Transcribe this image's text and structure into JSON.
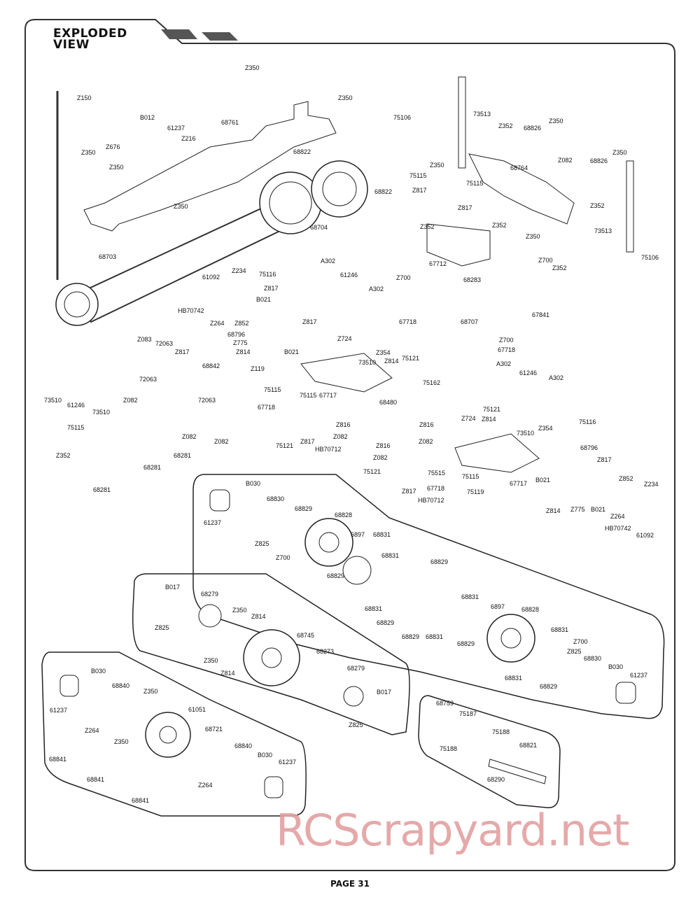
{
  "header": {
    "title_line1": "EXPLODED",
    "title_line2": "VIEW"
  },
  "footer": {
    "page_label": "PAGE 31"
  },
  "watermark": {
    "text": "RCScrapyard.net"
  },
  "colors": {
    "frame": "#333333",
    "header_stripe": "#555555",
    "watermark": "#e3a0a0"
  },
  "part_labels": [
    [
      "Z350",
      350,
      100
    ],
    [
      "Z350",
      483,
      143
    ],
    [
      "Z150",
      110,
      143
    ],
    [
      "68761",
      316,
      178
    ],
    [
      "B012",
      200,
      171
    ],
    [
      "61237",
      239,
      186
    ],
    [
      "Z216",
      259,
      201
    ],
    [
      "Z676",
      151,
      213
    ],
    [
      "Z350",
      116,
      221
    ],
    [
      "Z350",
      156,
      242
    ],
    [
      "Z350",
      248,
      298
    ],
    [
      "68822",
      419,
      220
    ],
    [
      "68822",
      535,
      277
    ],
    [
      "68704",
      443,
      328
    ],
    [
      "68703",
      141,
      370
    ],
    [
      "75106",
      562,
      171
    ],
    [
      "73513",
      676,
      166
    ],
    [
      "Z352",
      712,
      183
    ],
    [
      "68826",
      748,
      186
    ],
    [
      "Z350",
      784,
      176
    ],
    [
      "Z082",
      797,
      232
    ],
    [
      "Z350",
      875,
      221
    ],
    [
      "68826",
      843,
      233
    ],
    [
      "68764",
      729,
      243
    ],
    [
      "Z350",
      614,
      239
    ],
    [
      "75115",
      585,
      254
    ],
    [
      "75115",
      666,
      265
    ],
    [
      "Z817",
      589,
      275
    ],
    [
      "Z817",
      654,
      300
    ],
    [
      "Z352",
      600,
      327
    ],
    [
      "Z352",
      703,
      325
    ],
    [
      "Z352",
      843,
      297
    ],
    [
      "Z350",
      751,
      341
    ],
    [
      "67712",
      613,
      380
    ],
    [
      "73513",
      849,
      333
    ],
    [
      "75106",
      916,
      371
    ],
    [
      "A302",
      458,
      376
    ],
    [
      "61246",
      486,
      396
    ],
    [
      "A302",
      527,
      416
    ],
    [
      "75116",
      370,
      395
    ],
    [
      "Z234",
      331,
      390
    ],
    [
      "61092",
      289,
      399
    ],
    [
      "Z817",
      377,
      415
    ],
    [
      "B021",
      366,
      431
    ],
    [
      "HB70742",
      254,
      447
    ],
    [
      "Z852",
      335,
      465
    ],
    [
      "Z264",
      300,
      465
    ],
    [
      "68796",
      325,
      481
    ],
    [
      "Z775",
      333,
      493
    ],
    [
      "Z814",
      337,
      506
    ],
    [
      "Z817",
      432,
      463
    ],
    [
      "B021",
      406,
      506
    ],
    [
      "Z700",
      566,
      400
    ],
    [
      "68283",
      662,
      403
    ],
    [
      "67718",
      570,
      463
    ],
    [
      "68707",
      658,
      463
    ],
    [
      "Z700",
      769,
      375
    ],
    [
      "Z352",
      789,
      386
    ],
    [
      "67841",
      760,
      453
    ],
    [
      "Z083",
      196,
      488
    ],
    [
      "72063",
      222,
      494
    ],
    [
      "Z817",
      250,
      506
    ],
    [
      "68842",
      289,
      526
    ],
    [
      "Z724",
      482,
      487
    ],
    [
      "Z354",
      537,
      507
    ],
    [
      "73510",
      512,
      521
    ],
    [
      "Z814",
      549,
      519
    ],
    [
      "75121",
      574,
      515
    ],
    [
      "Z700",
      713,
      489
    ],
    [
      "67718",
      711,
      503
    ],
    [
      "A302",
      709,
      523
    ],
    [
      "61246",
      742,
      536
    ],
    [
      "A302",
      784,
      543
    ],
    [
      "Z119",
      358,
      530
    ],
    [
      "75115",
      377,
      560
    ],
    [
      "75115",
      428,
      568
    ],
    [
      "67717",
      456,
      568
    ],
    [
      "67718",
      368,
      585
    ],
    [
      "73510",
      63,
      575
    ],
    [
      "61246",
      96,
      582
    ],
    [
      "73510",
      132,
      592
    ],
    [
      "72063",
      199,
      545
    ],
    [
      "Z082",
      176,
      575
    ],
    [
      "72063",
      283,
      575
    ],
    [
      "68480",
      542,
      578
    ],
    [
      "75162",
      604,
      550
    ],
    [
      "Z816",
      480,
      610
    ],
    [
      "Z816",
      599,
      610
    ],
    [
      "Z082",
      476,
      627
    ],
    [
      "Z082",
      598,
      634
    ],
    [
      "Z816",
      537,
      640
    ],
    [
      "Z082",
      533,
      657
    ],
    [
      "75121",
      394,
      640
    ],
    [
      "Z817",
      429,
      634
    ],
    [
      "HB70712",
      450,
      645
    ],
    [
      "Z724",
      659,
      601
    ],
    [
      "75121",
      690,
      588
    ],
    [
      "Z814",
      688,
      602
    ],
    [
      "73510",
      738,
      622
    ],
    [
      "Z354",
      769,
      615
    ],
    [
      "75116",
      827,
      606
    ],
    [
      "68796",
      829,
      643
    ],
    [
      "Z817",
      853,
      660
    ],
    [
      "75115",
      96,
      614
    ],
    [
      "Z082",
      260,
      627
    ],
    [
      "Z082",
      306,
      634
    ],
    [
      "68281",
      248,
      654
    ],
    [
      "68281",
      205,
      671
    ],
    [
      "Z352",
      80,
      654
    ],
    [
      "68281",
      133,
      703
    ],
    [
      "75121",
      519,
      677
    ],
    [
      "75515",
      611,
      679
    ],
    [
      "75115",
      660,
      684
    ],
    [
      "67717",
      728,
      694
    ],
    [
      "B021",
      765,
      689
    ],
    [
      "67718",
      610,
      701
    ],
    [
      "Z817",
      574,
      705
    ],
    [
      "HB70712",
      597,
      718
    ],
    [
      "75119",
      667,
      706
    ],
    [
      "Z852",
      884,
      687
    ],
    [
      "Z234",
      920,
      695
    ],
    [
      "Z814",
      780,
      733
    ],
    [
      "Z775",
      815,
      731
    ],
    [
      "B021",
      844,
      731
    ],
    [
      "Z264",
      872,
      741
    ],
    [
      "HB70742",
      864,
      758
    ],
    [
      "61092",
      909,
      768
    ],
    [
      "B030",
      351,
      694
    ],
    [
      "68830",
      381,
      716
    ],
    [
      "61237",
      291,
      750
    ],
    [
      "68829",
      421,
      730
    ],
    [
      "68828",
      478,
      739
    ],
    [
      "Z825",
      364,
      780
    ],
    [
      "Z700",
      394,
      800
    ],
    [
      "6897",
      501,
      767
    ],
    [
      "68831",
      533,
      767
    ],
    [
      "68831",
      545,
      797
    ],
    [
      "68829",
      615,
      806
    ],
    [
      "68829",
      467,
      826
    ],
    [
      "68831",
      521,
      873
    ],
    [
      "68829",
      538,
      893
    ],
    [
      "68829",
      574,
      913
    ],
    [
      "68831",
      608,
      913
    ],
    [
      "68831",
      659,
      856
    ],
    [
      "6897",
      701,
      870
    ],
    [
      "68828",
      745,
      874
    ],
    [
      "68829",
      653,
      923
    ],
    [
      "68831",
      787,
      903
    ],
    [
      "Z700",
      819,
      920
    ],
    [
      "Z825",
      810,
      934
    ],
    [
      "68830",
      834,
      944
    ],
    [
      "B030",
      869,
      956
    ],
    [
      "68829",
      771,
      984
    ],
    [
      "68831",
      721,
      972
    ],
    [
      "61237",
      900,
      968
    ],
    [
      "B017",
      236,
      842
    ],
    [
      "68279",
      287,
      852
    ],
    [
      "Z825",
      221,
      900
    ],
    [
      "Z350",
      332,
      875
    ],
    [
      "Z814",
      359,
      884
    ],
    [
      "68745",
      424,
      911
    ],
    [
      "Z350",
      291,
      947
    ],
    [
      "Z814",
      315,
      965
    ],
    [
      "68273",
      452,
      934
    ],
    [
      "68279",
      496,
      958
    ],
    [
      "B017",
      538,
      992
    ],
    [
      "Z825",
      498,
      1039
    ],
    [
      "B030",
      130,
      962
    ],
    [
      "68840",
      160,
      983
    ],
    [
      "Z350",
      205,
      991
    ],
    [
      "61237",
      71,
      1018
    ],
    [
      "61051",
      269,
      1017
    ],
    [
      "Z264",
      121,
      1047
    ],
    [
      "Z350",
      163,
      1063
    ],
    [
      "68721",
      293,
      1045
    ],
    [
      "68840",
      335,
      1069
    ],
    [
      "B030",
      368,
      1082
    ],
    [
      "61237",
      398,
      1092
    ],
    [
      "68841",
      70,
      1088
    ],
    [
      "68841",
      124,
      1117
    ],
    [
      "Z264",
      283,
      1125
    ],
    [
      "68841",
      188,
      1147
    ],
    [
      "68759",
      623,
      1008
    ],
    [
      "75187",
      656,
      1023
    ],
    [
      "75188",
      703,
      1049
    ],
    [
      "75188",
      628,
      1073
    ],
    [
      "68821",
      742,
      1068
    ],
    [
      "68290",
      696,
      1117
    ]
  ]
}
